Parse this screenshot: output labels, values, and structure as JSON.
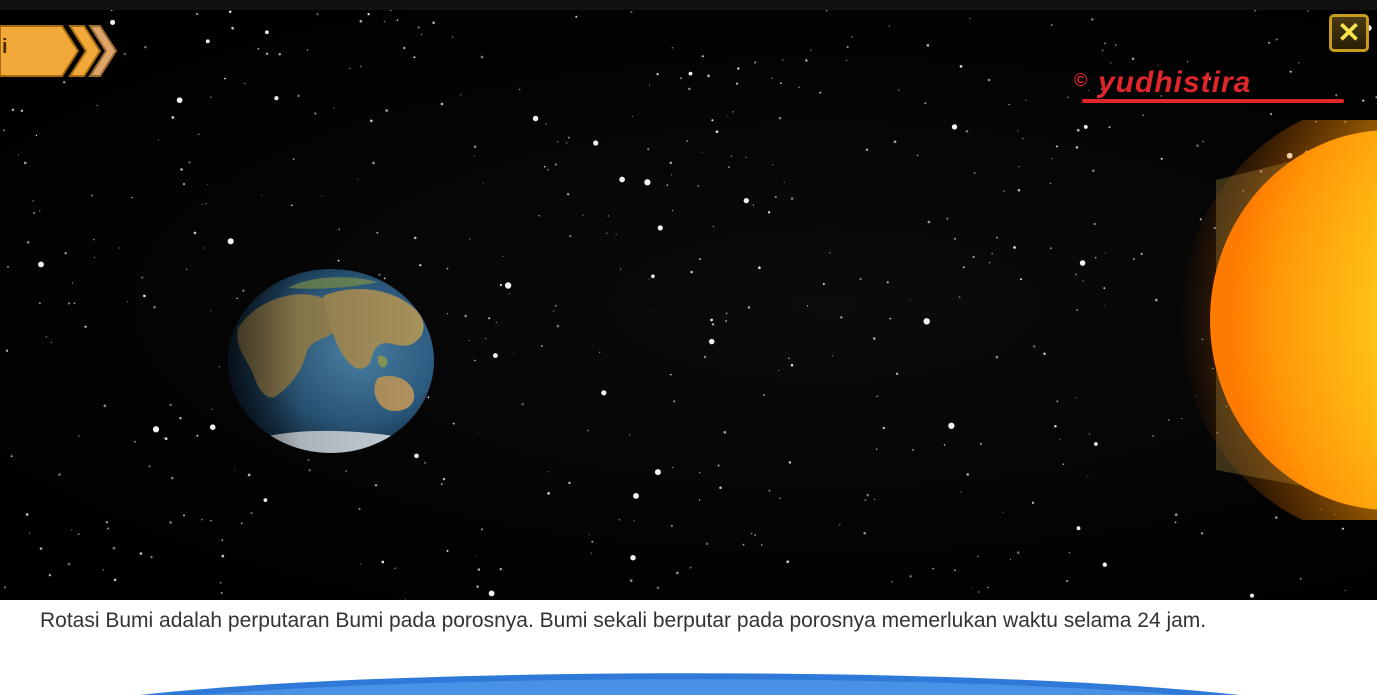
{
  "nav": {
    "back_label": "i"
  },
  "close_button": {
    "glyph": "✕"
  },
  "brand": {
    "copyright": "©",
    "name": "yudhistira"
  },
  "caption": {
    "text": "Rotasi Bumi adalah perputaran Bumi pada porosnya. Bumi sekali berputar pada porosnya memerlukan waktu selama 24 jam."
  },
  "colors": {
    "nav_arrow": "#f3a93a",
    "close_border": "#c99a1c",
    "brand_red": "#e0262a",
    "sun_core": "#ffd21a",
    "sun_edge": "#ff8a00",
    "wave_blue": "#2f7ad8"
  },
  "icons": {
    "nav": "chevron-right-icon",
    "close": "close-icon",
    "earth": "earth-globe",
    "sun": "sun"
  }
}
